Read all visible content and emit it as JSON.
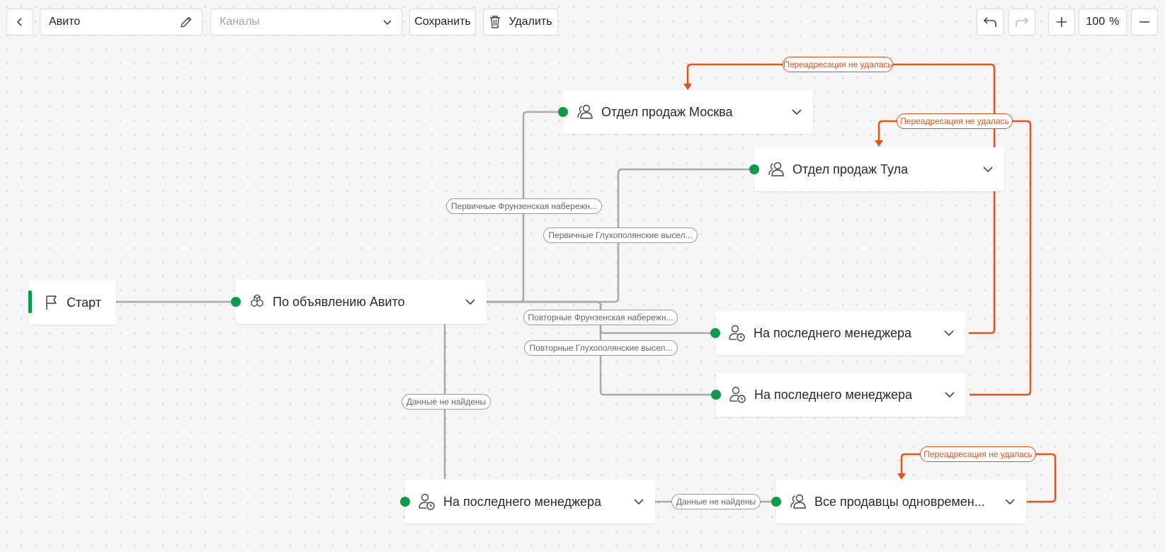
{
  "toolbar": {
    "name_value": "Авито",
    "channels_placeholder": "Каналы",
    "save_label": "Сохранить",
    "delete_label": "Удалить",
    "zoom_value": "100",
    "zoom_unit": "%"
  },
  "nodes": {
    "start": "Старт",
    "avito_ad": "По объявлению Авито",
    "sales_moscow": "Отдел продаж Москва",
    "sales_tula": "Отдел продаж Тула",
    "last_manager_1": "На последнего менеджера",
    "last_manager_2": "На последнего менеджера",
    "last_manager_3": "На последнего менеджера",
    "all_sellers": "Все продавцы одновремен..."
  },
  "edge_labels": {
    "primary_frunzenskaya": "Первичные Фрунзенская набережн...",
    "primary_glukhopolyanskie": "Первичные Глухополянские высел...",
    "repeat_frunzenskaya": "Повторные Фрунзенская набережн...",
    "repeat_glukhopolyanskie": "Повторные Глухополянские высел...",
    "data_not_found_1": "Данные не найдены",
    "data_not_found_2": "Данные не найдены",
    "redirect_failed_1": "Переадресация не удалась",
    "redirect_failed_2": "Переадресация не удалась",
    "redirect_failed_3": "Переадресация не удалась"
  },
  "colors": {
    "accent_green": "#0e9a4c",
    "redirect_orange": "#e4521b",
    "edge_gray": "#a8a8a8"
  },
  "icons": [
    "chevron-left-icon",
    "pencil-icon",
    "chevron-down-icon",
    "trash-icon",
    "undo-icon",
    "redo-icon",
    "plus-icon",
    "minus-icon",
    "flag-icon",
    "cubes-icon",
    "users-icon",
    "user-clock-icon"
  ]
}
